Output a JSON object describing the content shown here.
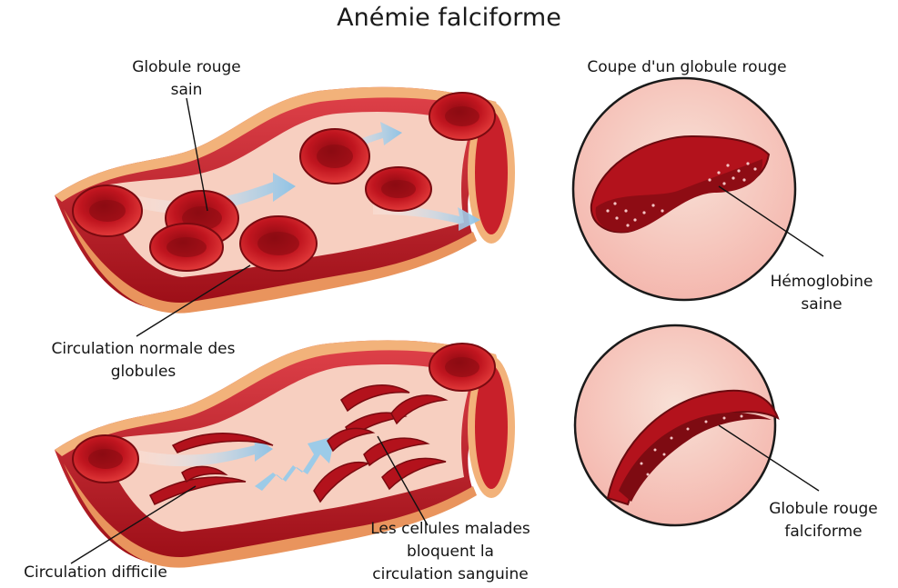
{
  "title": "Anémie falciforme",
  "labels": {
    "healthy_cell": [
      "Globule rouge",
      "sain"
    ],
    "cross_section": "Coupe d'un globule rouge",
    "healthy_hemoglobin": [
      "Hémoglobine",
      "saine"
    ],
    "normal_flow": [
      "Circulation normale des",
      "globules"
    ],
    "difficult_flow": "Circulation difficile",
    "blocked_cells": [
      "Les cellules malades",
      "bloquent la",
      "circulation sanguine"
    ],
    "sickle_cell": [
      "Globule rouge",
      "falciforme"
    ]
  },
  "colors": {
    "vessel_outer": "#f2b27a",
    "vessel_wall": "#c8202a",
    "vessel_inner": "#f7cfc0",
    "cell": "#b3121c",
    "flow_arrow": "#a9cfe8"
  }
}
